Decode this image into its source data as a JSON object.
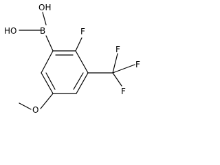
{
  "structure": {
    "labels": {
      "hydroxyl_top": "OH",
      "hydroxyl_left": "HO",
      "boron": "B",
      "fluoro_ring": "F",
      "cf3_fluorine_top": "F",
      "cf3_fluorine_right": "F",
      "cf3_fluorine_bottom": "F",
      "methoxy_oxygen": "O"
    },
    "colors": {
      "bond": "#000000",
      "label": "#000000",
      "background": "#ffffff"
    }
  }
}
